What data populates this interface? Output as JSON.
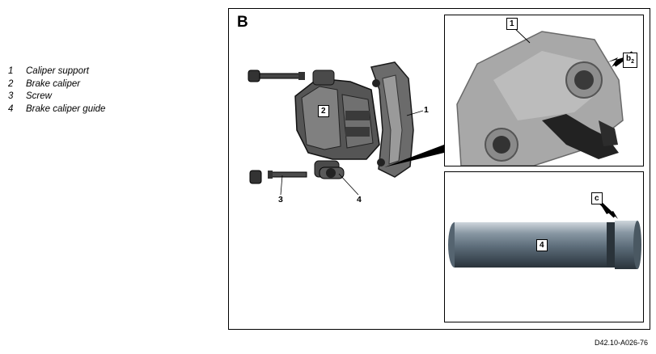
{
  "legend": [
    {
      "num": "1",
      "text": "Caliper support"
    },
    {
      "num": "2",
      "text": "Brake caliper"
    },
    {
      "num": "3",
      "text": "Screw"
    },
    {
      "num": "4",
      "text": "Brake caliper guide"
    }
  ],
  "figure": {
    "section_letter": "B",
    "labels": {
      "caliper_support": "1",
      "brake_caliper": "2",
      "screw": "3",
      "caliper_guide": "4",
      "photo_support": "1",
      "photo_b2_main": "b",
      "photo_b2_sub": "2",
      "photo_guide_c": "c",
      "photo_guide_4": "4"
    }
  },
  "figure_code": "D42.10-A026-76"
}
